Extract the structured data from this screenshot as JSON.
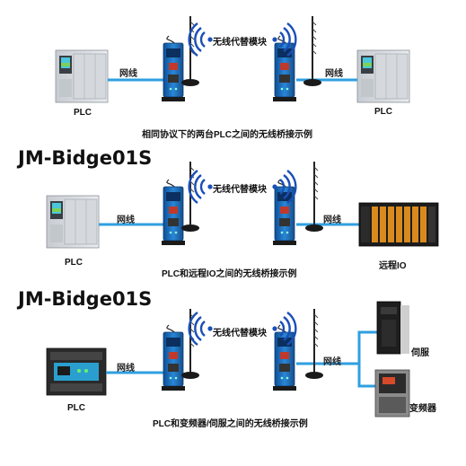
{
  "sections": [
    {
      "left_device": "PLC",
      "right_device": "PLC",
      "net_left": "网线",
      "net_right": "网线",
      "wireless": "无线代替模块",
      "caption": "相同协议下的两台PLC之间的无线桥接示例"
    },
    {
      "title": "JM-Bidge01S",
      "left_device": "PLC",
      "right_device": "远程IO",
      "net_left": "网线",
      "net_right": "网线",
      "wireless": "无线代替模块",
      "caption": "PLC和远程IO之间的无线桥接示例"
    },
    {
      "title": "JM-Bidge01S",
      "left_device": "PLC",
      "servo": "伺服",
      "vfd": "变频器",
      "net_left": "网线",
      "net_right": "网线",
      "wireless": "无线代替模块",
      "caption": "PLC和变频器/伺服之间的无线桥接示例"
    }
  ],
  "colors": {
    "cable": "#2f9fe0",
    "module_blue": "#1f6fb8",
    "wave": "#1a4fb8"
  }
}
